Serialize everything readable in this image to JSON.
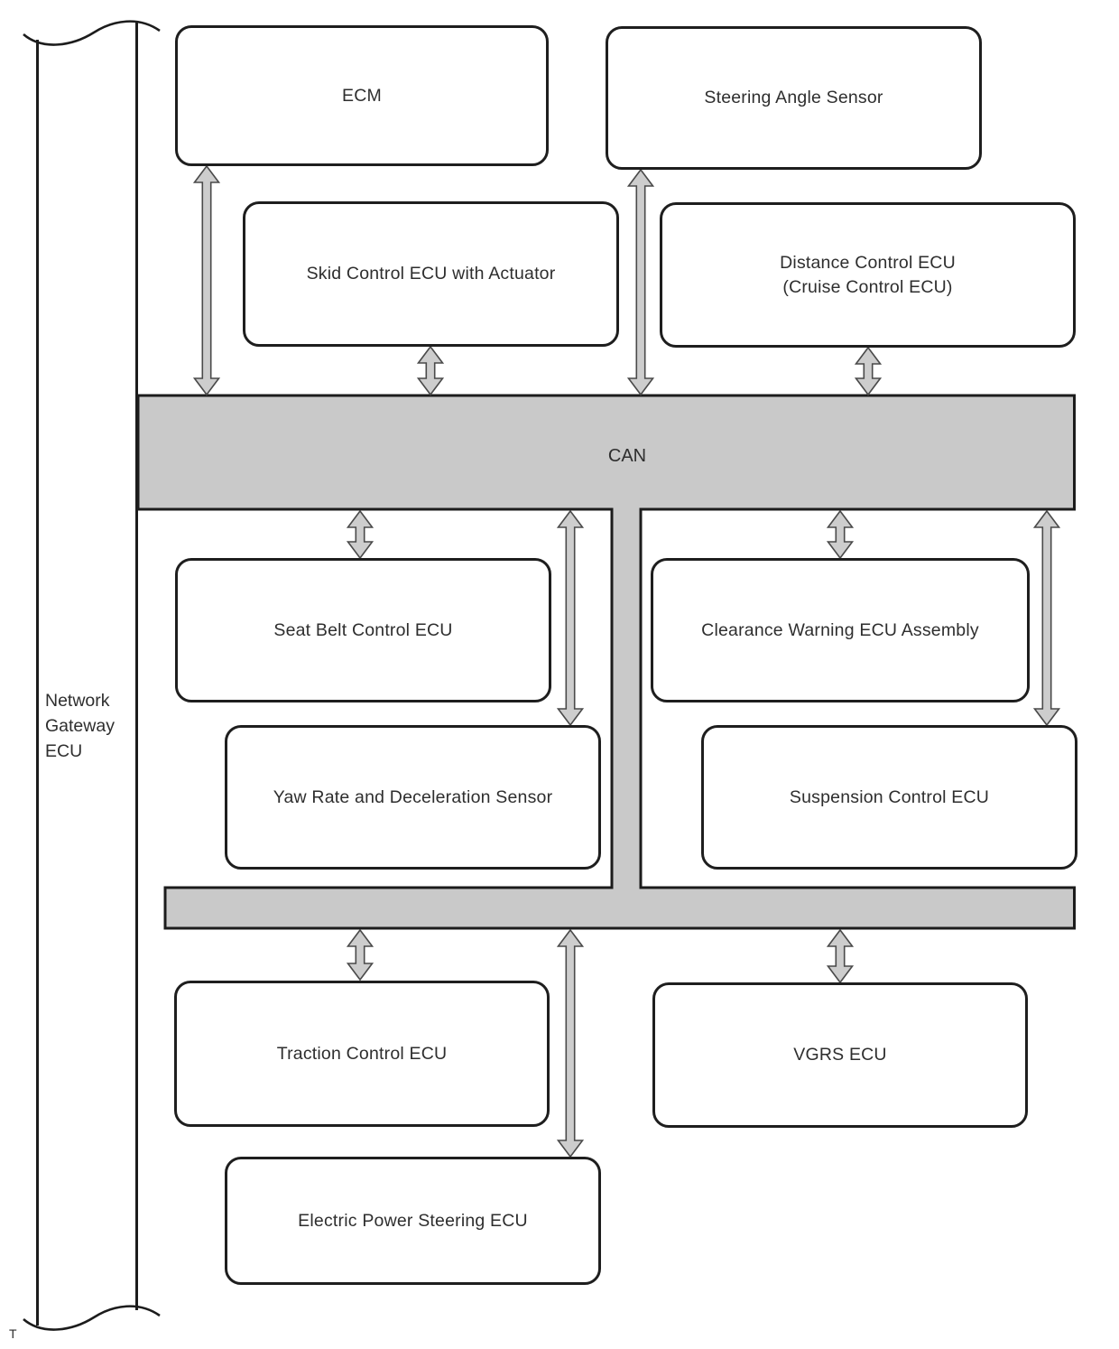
{
  "diagram": {
    "bus": {
      "label": "CAN"
    },
    "gateway": {
      "label": "Network\nGateway\nECU"
    },
    "footnote": "T",
    "nodes": {
      "ecm": {
        "label": "ECM"
      },
      "steering_angle": {
        "label": "Steering Angle Sensor"
      },
      "skid_control": {
        "label": "Skid Control ECU with Actuator"
      },
      "distance_control": {
        "label": "Distance Control ECU\n(Cruise Control ECU)"
      },
      "seat_belt": {
        "label": "Seat Belt Control ECU"
      },
      "clearance_warning": {
        "label": "Clearance Warning ECU Assembly"
      },
      "yaw_rate": {
        "label": "Yaw Rate and Deceleration Sensor"
      },
      "suspension": {
        "label": "Suspension Control ECU"
      },
      "traction": {
        "label": "Traction Control ECU"
      },
      "vgrs": {
        "label": "VGRS ECU"
      },
      "eps": {
        "label": "Electric Power Steering ECU"
      }
    },
    "colors": {
      "bus_fill": "#c9c9c9",
      "arrow_fill": "#cdcdcd",
      "arrow_stroke": "#4a4a4a",
      "line": "#1c1c1c"
    }
  }
}
